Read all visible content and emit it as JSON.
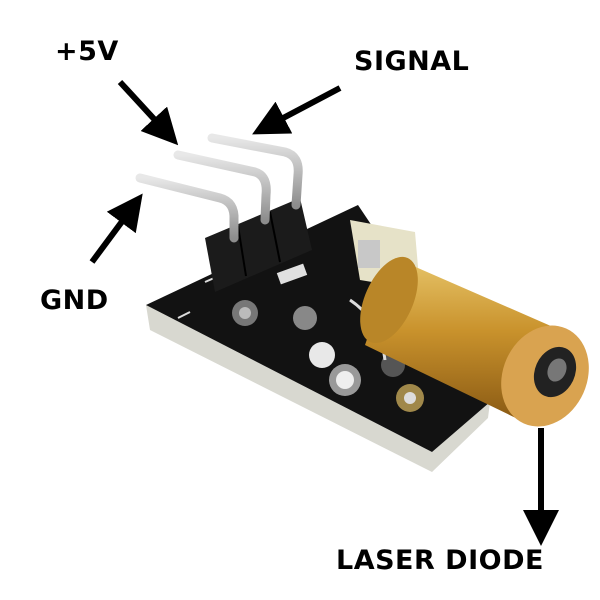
{
  "labels": {
    "vcc": "+5V",
    "signal": "SIGNAL",
    "gnd": "GND",
    "laser": "LASER DIODE"
  },
  "colors": {
    "pcb": "#111111",
    "brass": "#c8952e",
    "pin": "#b8b8b8",
    "arrow": "#000000"
  }
}
